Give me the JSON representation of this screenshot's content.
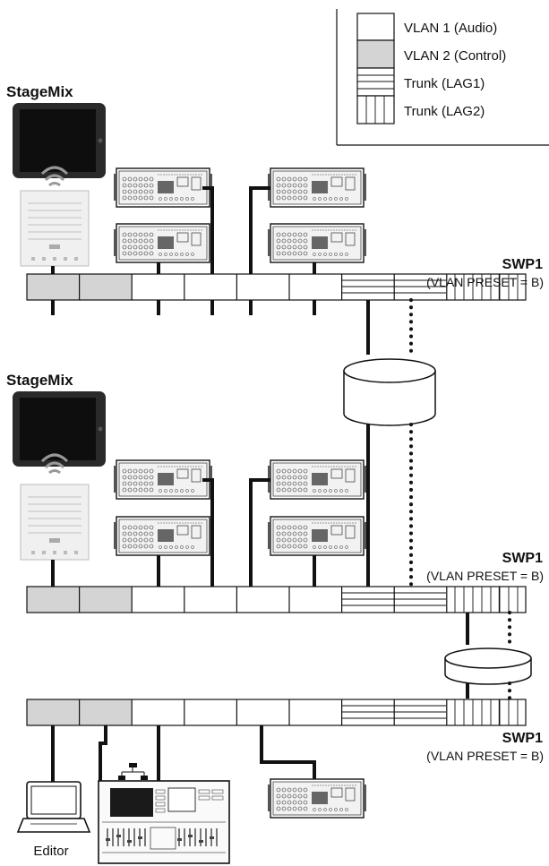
{
  "legend": {
    "items": [
      {
        "label": "VLAN 1 (Audio)",
        "pattern": "white"
      },
      {
        "label": "VLAN 2 (Control)",
        "pattern": "gray"
      },
      {
        "label": "Trunk (LAG1)",
        "pattern": "horizontal-lines"
      },
      {
        "label": "Trunk (LAG2)",
        "pattern": "vertical-lines"
      }
    ]
  },
  "stagemix_label": "StageMix",
  "switches": [
    {
      "name": "SWP1",
      "preset": "(VLAN PRESET = B)"
    },
    {
      "name": "SWP1",
      "preset": "(VLAN PRESET = B)"
    },
    {
      "name": "SWP1",
      "preset": "(VLAN PRESET = B)"
    }
  ],
  "editor_label": "Editor",
  "colors": {
    "vlan2_gray": "#d4d4d4",
    "line": "#111111",
    "device_frame": "#2a2a2a"
  },
  "icons": [
    "tablet-icon",
    "wifi-icon",
    "wireless-access-point-icon",
    "io-rack-icon",
    "laptop-icon",
    "mixing-console-icon",
    "network-icon"
  ]
}
